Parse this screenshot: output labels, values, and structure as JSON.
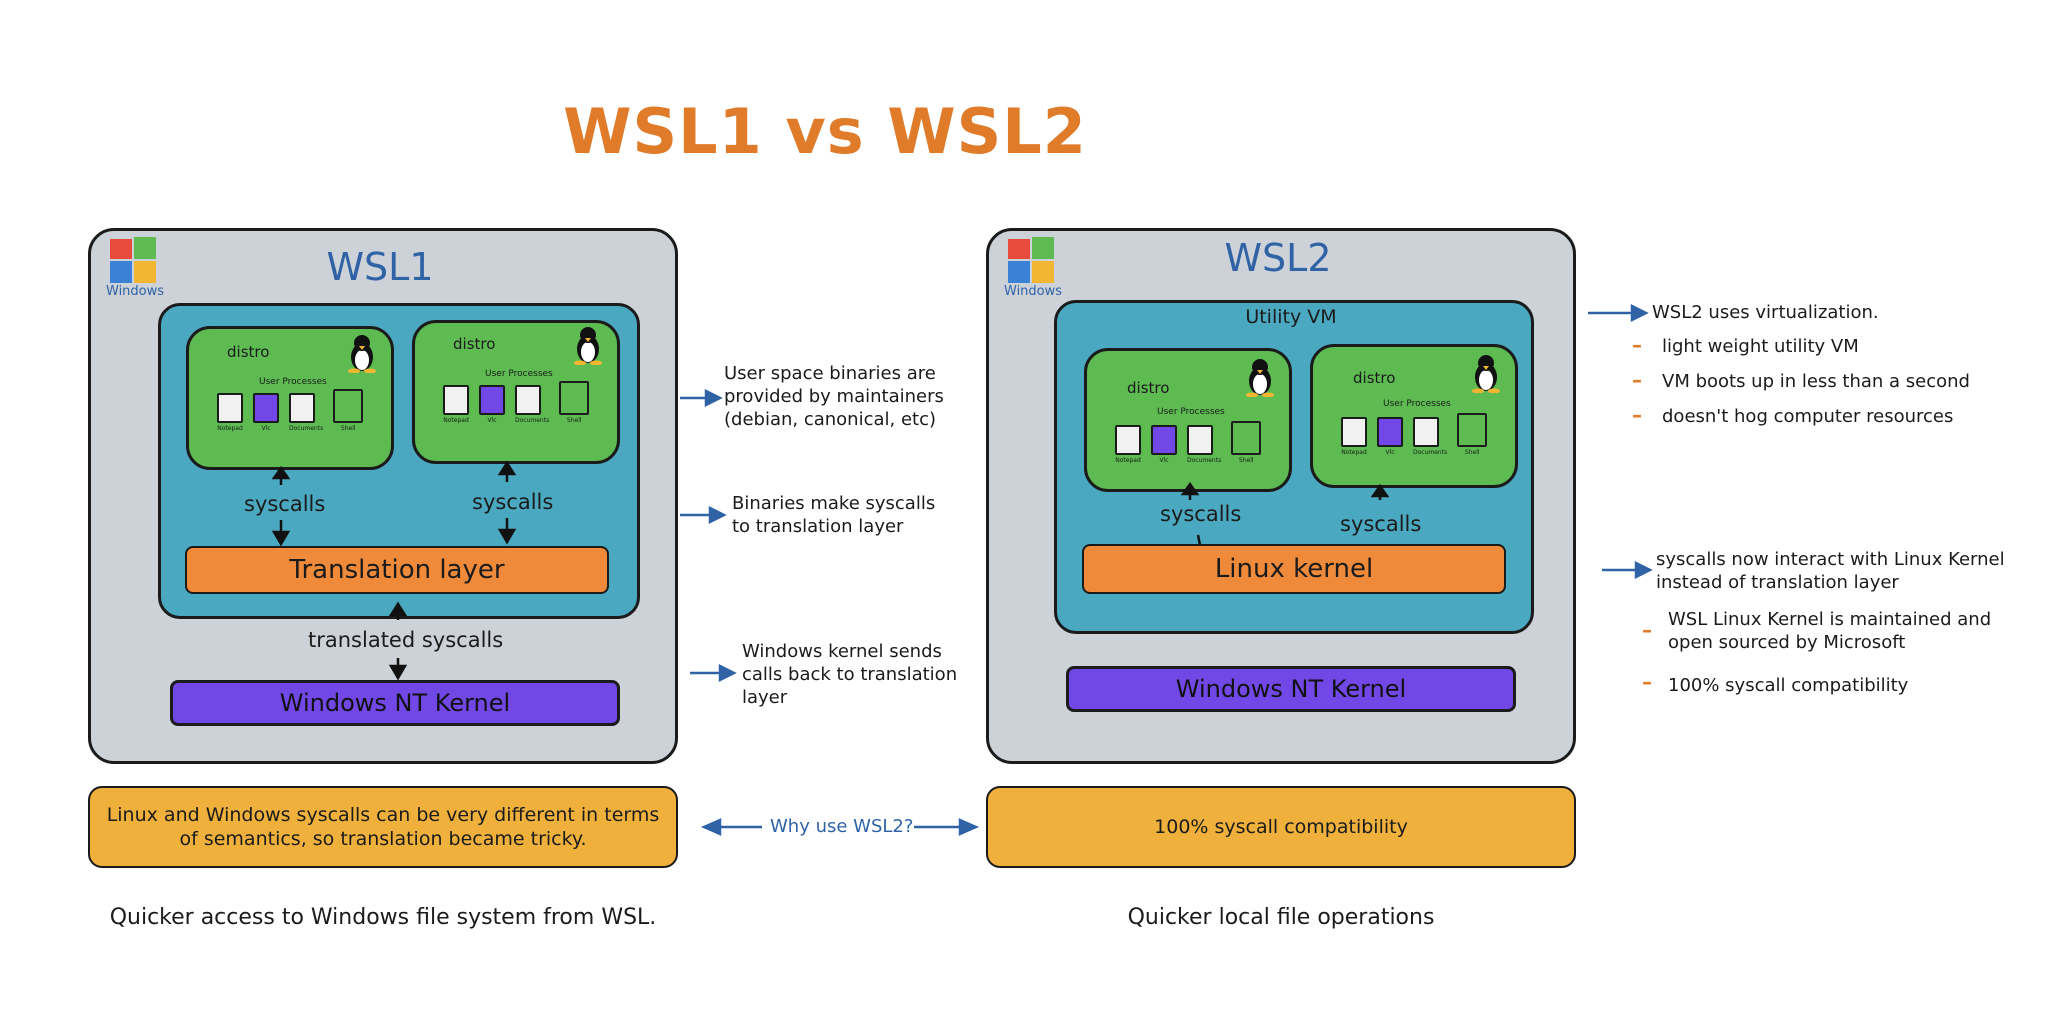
{
  "title": "WSL1 vs WSL2",
  "windows_logo_label": "Windows",
  "wsl1": {
    "title": "WSL1",
    "distros": [
      {
        "label": "distro",
        "processes_label": "User Processes"
      },
      {
        "label": "distro",
        "processes_label": "User Processes"
      }
    ],
    "process_labels": [
      "Notepad",
      "Vlc",
      "Documents",
      "Shell"
    ],
    "syscalls_label": "syscalls",
    "translation_layer": "Translation layer",
    "translated_syscalls": "translated syscalls",
    "kernel": "Windows NT Kernel",
    "con": "Linux and Windows syscalls can be very different in terms of semantics, so translation became tricky.",
    "pro": "Quicker access to Windows file system from WSL."
  },
  "wsl2": {
    "title": "WSL2",
    "utility_vm": "Utility VM",
    "distros": [
      {
        "label": "distro",
        "processes_label": "User Processes"
      },
      {
        "label": "distro",
        "processes_label": "User Processes"
      }
    ],
    "syscalls_label": "syscalls",
    "linux_kernel": "Linux kernel",
    "kernel": "Windows NT Kernel",
    "benefit": "100% syscall compatibility",
    "pro": "Quicker local file operations"
  },
  "why_label": "Why use WSL2?",
  "wsl1_notes": [
    "User space binaries are provided by maintainers (debian, canonical, etc)",
    "Binaries make syscalls to translation layer",
    "Windows kernel sends calls back to translation layer"
  ],
  "wsl2_notes": {
    "virtualization": {
      "heading": "WSL2 uses virtualization.",
      "bullets": [
        "light weight utility VM",
        "VM boots up in less than a second",
        "doesn't hog computer resources"
      ]
    },
    "kernel": {
      "heading": "syscalls now interact with Linux Kernel instead of translation layer",
      "bullets": [
        "WSL Linux Kernel is maintained and open sourced by Microsoft",
        "100% syscall compatibility"
      ]
    }
  },
  "colors": {
    "accent": "#e07b2a",
    "blue": "#2f63a6",
    "panel": "#cdd1d8",
    "teal": "#4aa8c0",
    "green": "#5dbb52",
    "orange": "#ee8a3a",
    "purple": "#7148e6",
    "yellow": "#efb03c"
  }
}
